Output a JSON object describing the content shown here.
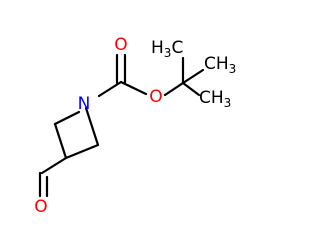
{
  "molecule": {
    "colors": {
      "carbon": "#000000",
      "oxygen": "#ff0000",
      "nitrogen": "#0000ff"
    },
    "atoms": {
      "n1": {
        "label": "N"
      },
      "o_carbonyl": {
        "label": "O"
      },
      "o_ester": {
        "label": "O"
      },
      "o_aldehyde": {
        "label": "O"
      },
      "ch3_a": {
        "main": "H",
        "sub": "3",
        "tail": "C"
      },
      "ch3_b": {
        "main": "CH",
        "sub": "3"
      },
      "ch3_c": {
        "main": "CH",
        "sub": "3"
      }
    }
  }
}
